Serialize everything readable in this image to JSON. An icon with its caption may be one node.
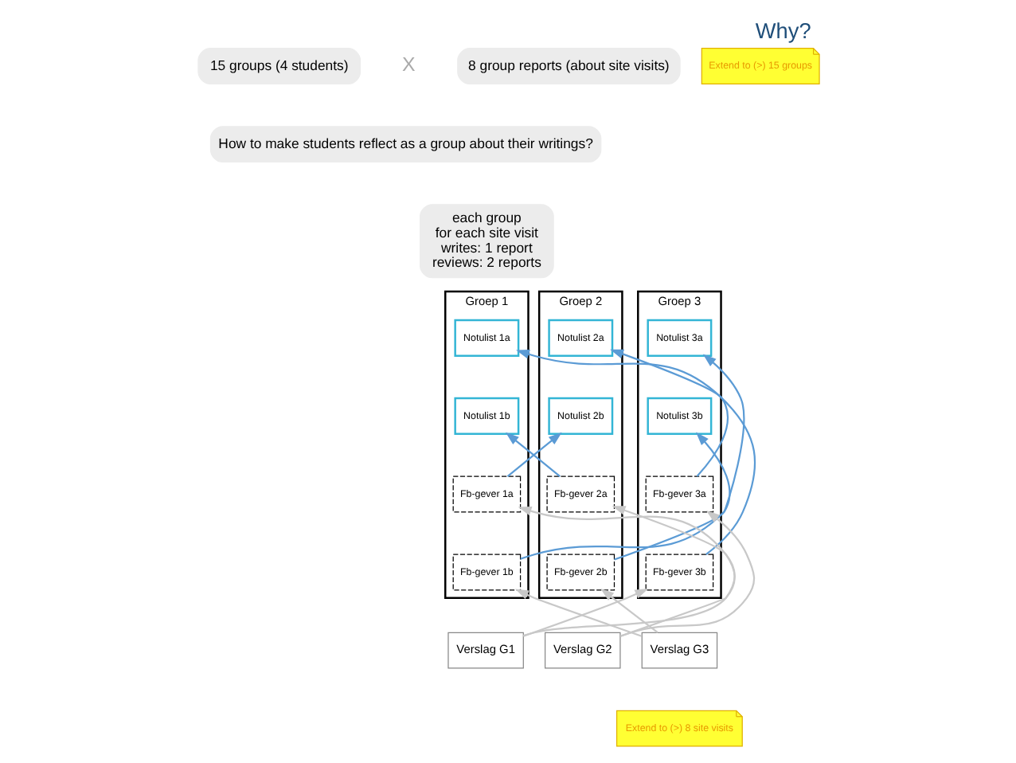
{
  "diagram": {
    "title": "Why?",
    "nodes": [
      {
        "text": [
          "15 groups (4 students)"
        ]
      },
      {
        "text": [
          "8 group reports (about site visits)"
        ]
      },
      {
        "text": [
          "How to make students reflect as a group about their writings?"
        ]
      },
      {
        "text": [
          "each group",
          "for each site visit",
          "writes: 1 report",
          "reviews: 2 reports"
        ]
      },
      {
        "text": [
          "Extend to (>) 15 groups"
        ]
      },
      {
        "text": [
          "Groep 1"
        ]
      },
      {
        "text": [
          "Notulist 1a"
        ],
        "in": 5
      },
      {
        "text": [
          "Notulist 1b"
        ],
        "in": 5
      },
      {
        "text": [
          "Fb-gever 1a"
        ],
        "in": 5
      },
      {
        "text": [
          "Fb-gever 1b"
        ],
        "in": 5
      },
      {
        "text": [
          "Groep 2"
        ]
      },
      {
        "text": [
          "Notulist 2a"
        ],
        "in": 10
      },
      {
        "text": [
          "Notulist 2b"
        ],
        "in": 10
      },
      {
        "text": [
          "Fb-gever 2a"
        ],
        "in": 10
      },
      {
        "text": [
          "Fb-gever 2b"
        ],
        "in": 10
      },
      {
        "text": [
          "Groep 3"
        ]
      },
      {
        "text": [
          "Notulist 3a"
        ],
        "in": 15
      },
      {
        "text": [
          "Notulist 3b"
        ],
        "in": 15
      },
      {
        "text": [
          "Fb-gever 3a"
        ],
        "in": 15
      },
      {
        "text": [
          "Fb-gever 3b"
        ],
        "in": 15
      },
      {
        "text": [
          "Verslag G1"
        ]
      },
      {
        "text": [
          "Verslag G2"
        ]
      },
      {
        "text": [
          "Verslag G3"
        ]
      },
      {
        "text": [
          "Extend to (>) 8 site visits"
        ]
      }
    ],
    "edges": [
      {
        "from": 8,
        "to": 12,
        "arrow": "to",
        "color": "#5b9bd5"
      },
      {
        "from": 13,
        "to": 7,
        "arrow": "to",
        "color": "#5b9bd5"
      },
      {
        "from": 14,
        "to": 17,
        "arrow": "to",
        "color": "#5b9bd5"
      },
      {
        "from": 18,
        "to": 11,
        "arrow": "to",
        "color": "#5b9bd5"
      },
      {
        "from": 9,
        "to": 16,
        "arrow": "to",
        "color": "#5b9bd5"
      },
      {
        "from": 19,
        "to": 6,
        "arrow": "to",
        "color": "#5b9bd5"
      },
      {
        "from": 20,
        "to": 13,
        "arrow": "to",
        "color": "#c8c8c8"
      },
      {
        "from": 20,
        "to": 19,
        "arrow": "to",
        "color": "#c8c8c8"
      },
      {
        "from": 21,
        "to": 8,
        "arrow": "to",
        "color": "#c8c8c8"
      },
      {
        "from": 21,
        "to": 18,
        "arrow": "to",
        "color": "#c8c8c8"
      },
      {
        "from": 22,
        "to": 9,
        "arrow": "to",
        "color": "#c8c8c8"
      },
      {
        "from": 22,
        "to": 14,
        "arrow": "to",
        "color": "#c8c8c8"
      }
    ],
    "labels": [
      "X"
    ]
  }
}
